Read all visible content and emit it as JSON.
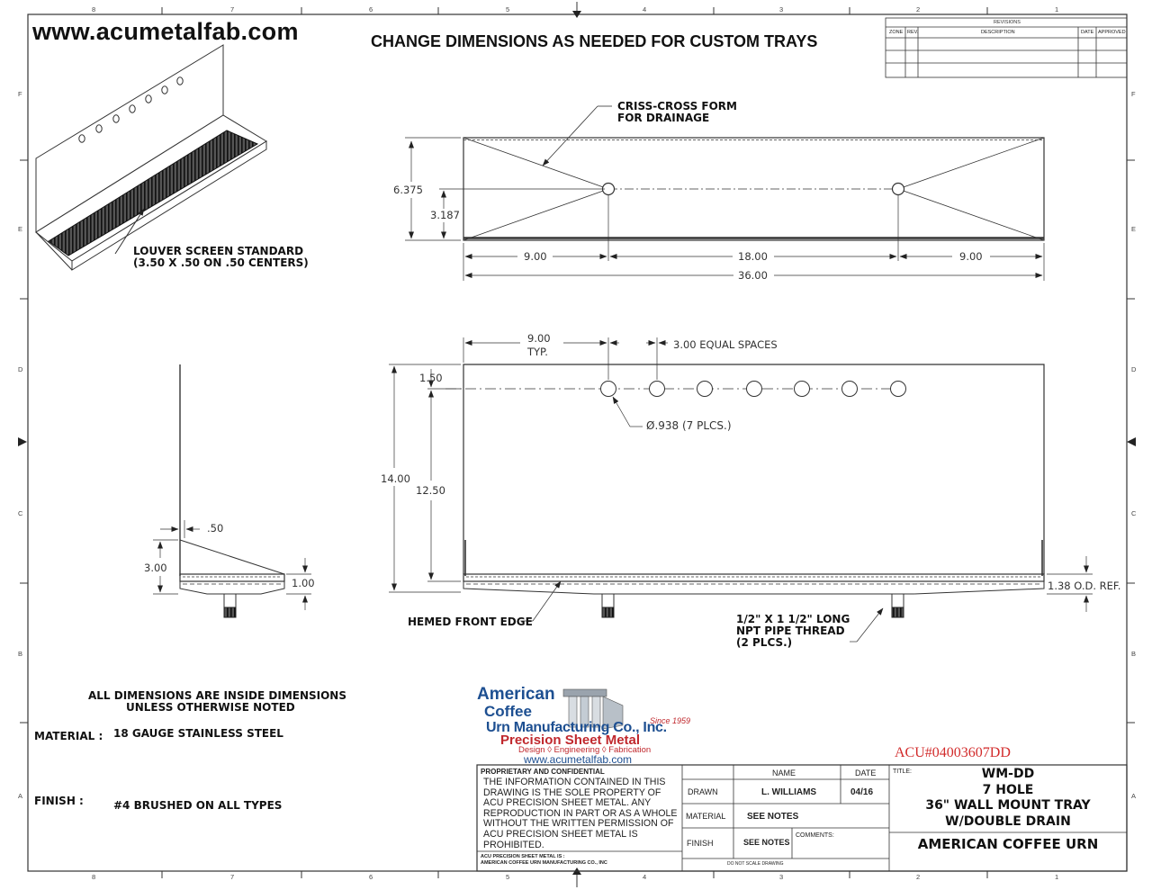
{
  "header": {
    "website": "www.acumetalfab.com",
    "instruction": "CHANGE DIMENSIONS AS NEEDED FOR CUSTOM TRAYS"
  },
  "border": {
    "top_zones": [
      "8",
      "7",
      "6",
      "5",
      "4",
      "3",
      "2",
      "1"
    ],
    "side_zones": [
      "F",
      "E",
      "D",
      "C",
      "B",
      "A"
    ]
  },
  "revisions": {
    "title": "REVISIONS",
    "columns": [
      "ZONE",
      "REV.",
      "DESCRIPTION",
      "DATE",
      "APPROVED"
    ]
  },
  "top_view": {
    "callout": "CRISS-CROSS FORM\nFOR DRAINAGE",
    "height_overall": "6.375",
    "height_half": "3.187",
    "seg_left": "9.00",
    "seg_mid": "18.00",
    "seg_right": "9.00",
    "length": "36.00"
  },
  "iso_view": {
    "callout_line1": "LOUVER SCREEN STANDARD",
    "callout_line2": "(3.50 X .50 ON .50 CENTERS)"
  },
  "front_view": {
    "first_hole": "9.00",
    "first_hole_typ": "TYP.",
    "spacing": "3.00 EQUAL SPACES",
    "hole_top": "1.50",
    "hole_dia": "Ø.938 (7 PLCS.)",
    "height_overall": "14.00",
    "height_holes": "12.50",
    "tray_od": "1.38 O.D. REF.",
    "hem_callout": "HEMED FRONT EDGE",
    "thread_callout": "1/2\" X 1 1/2\" LONG\nNPT PIPE THREAD\n(2 PLCS.)"
  },
  "side_view": {
    "offset": ".50",
    "tray_height": "3.00",
    "lip_height": "1.00"
  },
  "notes": {
    "general_line1": "ALL DIMENSIONS ARE INSIDE DIMENSIONS",
    "general_line2": "UNLESS OTHERWISE NOTED",
    "material_label": "MATERIAL :",
    "material_value": "18 GAUGE STAINLESS STEEL",
    "finish_label": "FINISH :",
    "finish_value": "#4 BRUSHED ON ALL TYPES"
  },
  "logo": {
    "line1": "American",
    "line2": "Coffee",
    "line3": "Urn Manufacturing Co., Inc.",
    "since": "Since 1959",
    "line4": "Precision Sheet Metal",
    "line5": "Design ◊ Engineering ◊ Fabrication",
    "url": "www.acumetalfab.com"
  },
  "title_block": {
    "part_number": "ACU#04003607DD",
    "proprietary_title": "PROPRIETARY AND CONFIDENTIAL",
    "proprietary_text": "THE INFORMATION CONTAINED IN THIS DRAWING IS THE SOLE PROPERTY OF ACU PRECISION SHEET METAL. ANY REPRODUCTION IN PART OR AS A WHOLE WITHOUT THE WRITTEN PERMISSION OF ACU PRECISION SHEET METAL IS PROHIBITED.",
    "footer_line1": "ACU PRECISION SHEET METAL IS :",
    "footer_line2": "AMERICAN COFFEE URN MANUFACTURING CO., INC",
    "col_name": "NAME",
    "col_date": "DATE",
    "drawn_label": "DRAWN",
    "drawn_name": "L. WILLIAMS",
    "drawn_date": "04/16",
    "material_label": "MATERIAL",
    "material_value": "SEE NOTES",
    "finish_label": "FINISH",
    "finish_value": "SEE NOTES",
    "comments_label": "COMMENTS:",
    "scale_note": "DO NOT SCALE DRAWING",
    "title_label": "TITLE:",
    "title_line1": "WM-DD",
    "title_line2": "7 HOLE",
    "title_line3": "36\" WALL MOUNT TRAY",
    "title_line4": "W/DOUBLE DRAIN",
    "company": "AMERICAN COFFEE URN"
  }
}
